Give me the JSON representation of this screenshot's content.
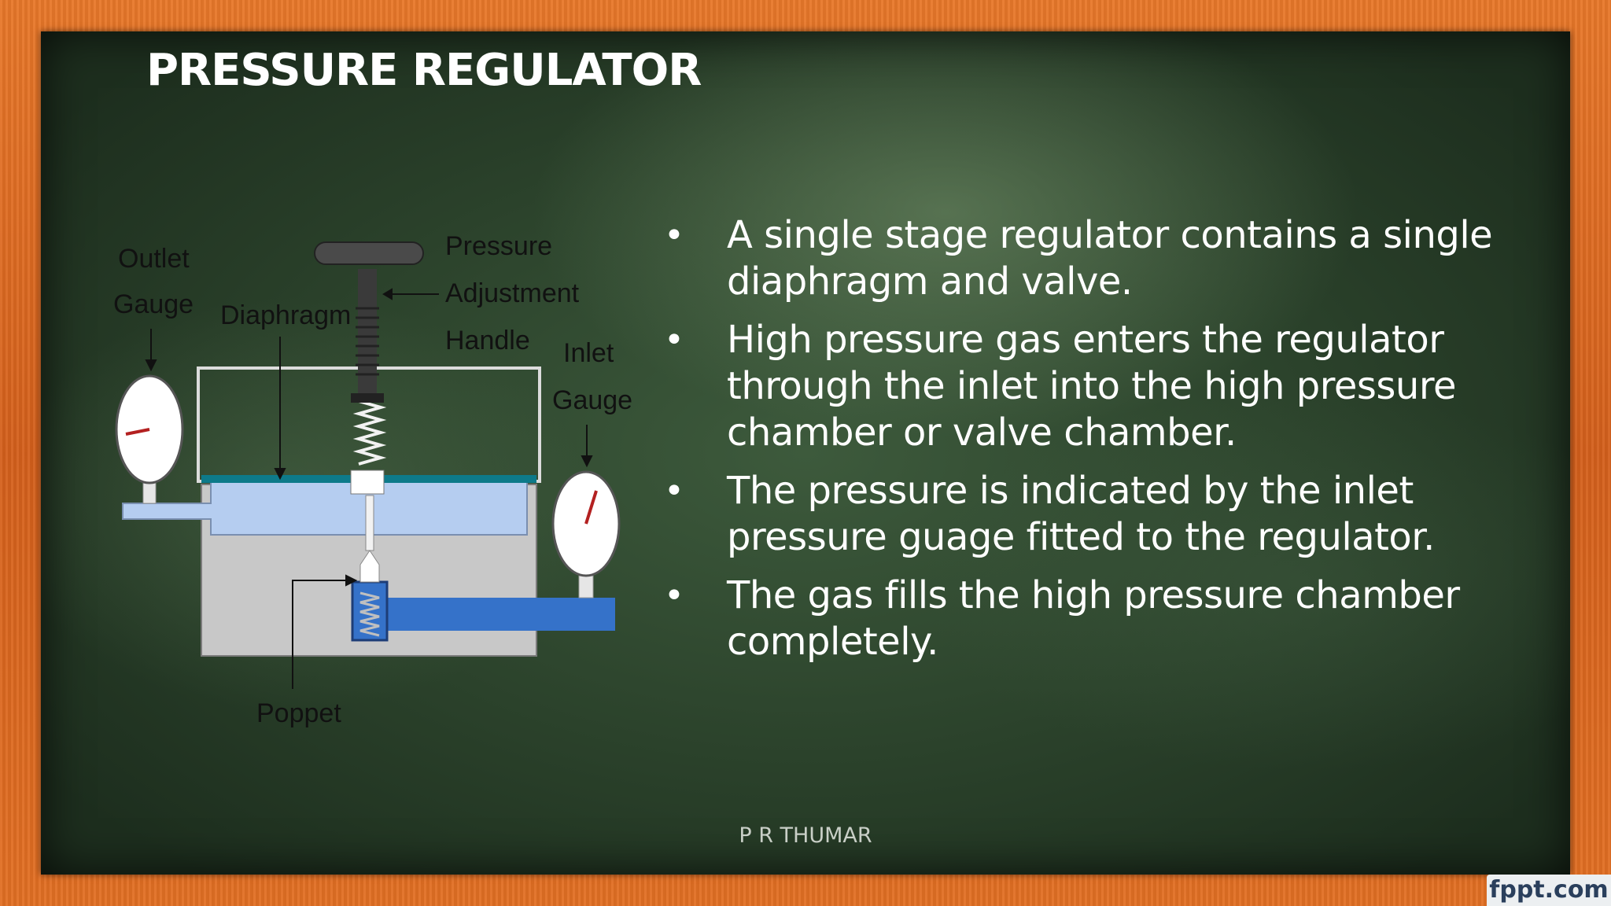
{
  "slide": {
    "title": "PRESSURE REGULATOR",
    "footer": "P R THUMAR",
    "watermark": "fppt.com"
  },
  "diagram": {
    "labels": {
      "outlet_gauge": [
        "Outlet",
        "Gauge"
      ],
      "diaphragm": "Diaphragm",
      "handle": [
        "Pressure",
        "Adjustment",
        "Handle"
      ],
      "inlet_gauge": [
        "Inlet",
        "Gauge"
      ],
      "poppet": "Poppet"
    },
    "colors": {
      "body": "#c8c8c8",
      "low_pressure_chamber": "#b5cdf0",
      "high_pressure_passage": "#3572c9",
      "diaphragm": "#0d7a8a"
    }
  },
  "bullets": [
    "A single stage regulator contains a single diaphragm and valve.",
    "High pressure gas enters the regulator through the inlet into the high pressure chamber or valve chamber.",
    "The pressure is indicated by the inlet pressure guage fitted to the regulator.",
    "The gas fills the high pressure chamber completely."
  ],
  "colors": {
    "frame": "#d9651f",
    "board": "#2f472f",
    "text": "#ffffff"
  }
}
